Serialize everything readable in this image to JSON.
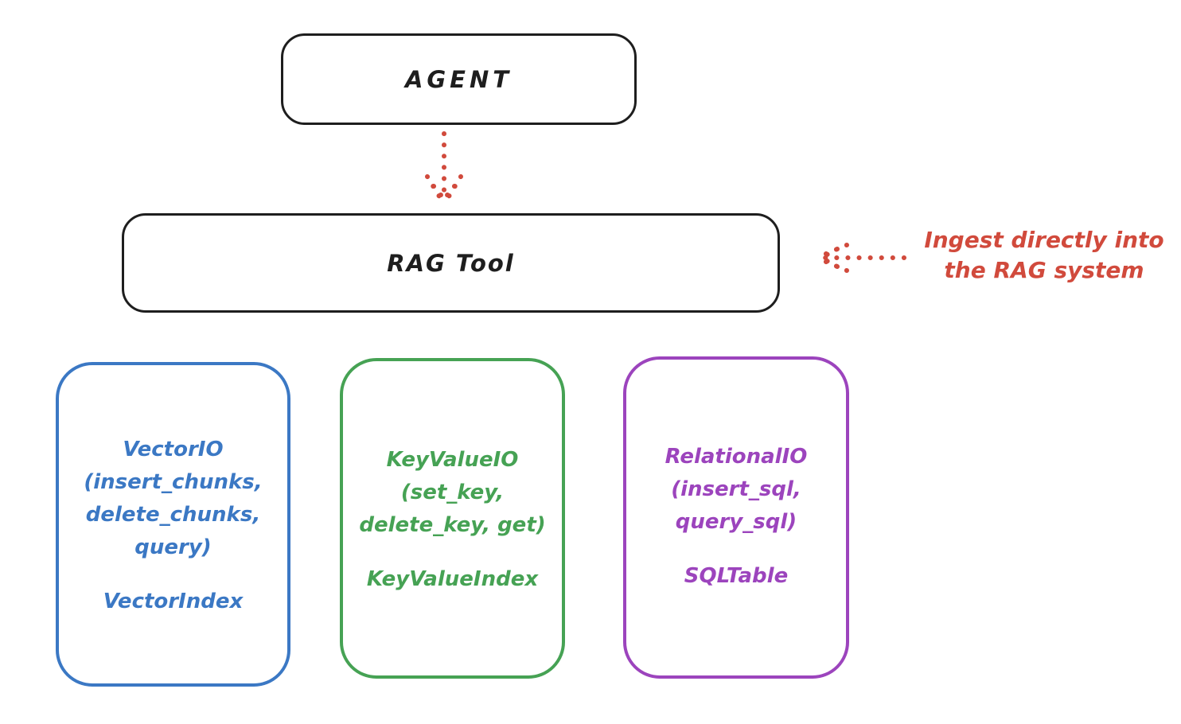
{
  "colors": {
    "ink": "#1e1e1e",
    "red": "#d14a3c",
    "blue": "#3b78c4",
    "green": "#46a254",
    "purple": "#9c44bd"
  },
  "agent": {
    "label": "AGENT"
  },
  "rag_tool": {
    "label": "RAG Tool"
  },
  "annotation": {
    "line1": "Ingest directly into",
    "line2": "the RAG system"
  },
  "stores": [
    {
      "name": "vector-io",
      "color": "#3b78c4",
      "lines": [
        "VectorIO",
        "(insert_chunks,",
        "delete_chunks,",
        "query)"
      ],
      "index": "VectorIndex"
    },
    {
      "name": "key-value-io",
      "color": "#46a254",
      "lines": [
        "KeyValueIO",
        "(set_key,",
        "delete_key, get)"
      ],
      "index": "KeyValueIndex"
    },
    {
      "name": "relational-io",
      "color": "#9c44bd",
      "lines": [
        "RelationalIO",
        "(insert_sql,",
        "query_sql)"
      ],
      "index": "SQLTable"
    }
  ],
  "icons": {
    "arrow_down": "agent-to-rag-dotted-arrow",
    "arrow_left": "annotation-to-rag-dotted-arrow"
  }
}
